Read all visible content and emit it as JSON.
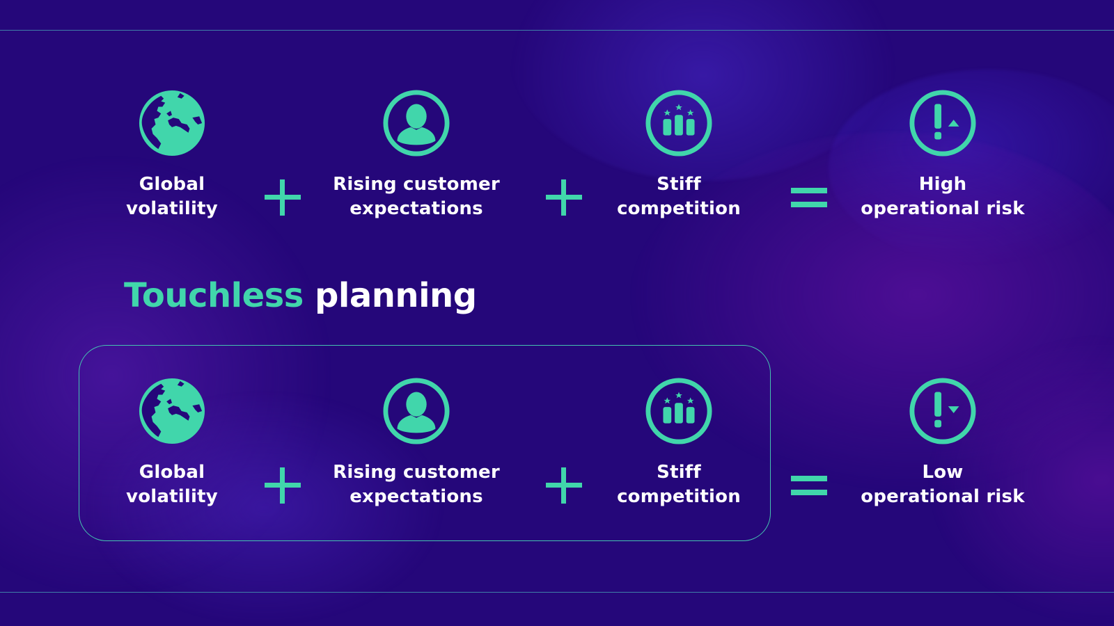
{
  "colors": {
    "background": "#25077a",
    "accent": "#41d6ab",
    "text": "#ffffff",
    "rule": "#3f7fa8"
  },
  "top_equation": {
    "terms": [
      {
        "icon": "globe-icon",
        "line1": "Global",
        "line2": "volatility"
      },
      {
        "icon": "person-icon",
        "line1": "Rising customer",
        "line2": "expectations"
      },
      {
        "icon": "competition-podium-icon",
        "line1": "Stiff",
        "line2": "competition"
      }
    ],
    "operators": [
      "+",
      "+",
      "="
    ],
    "result": {
      "icon": "risk-up-icon",
      "line1": "High",
      "line2": "operational risk"
    }
  },
  "heading": {
    "accent": "Touchless",
    "plain": "planning"
  },
  "bottom_equation": {
    "terms": [
      {
        "icon": "globe-icon",
        "line1": "Global",
        "line2": "volatility"
      },
      {
        "icon": "person-icon",
        "line1": "Rising customer",
        "line2": "expectations"
      },
      {
        "icon": "competition-podium-icon",
        "line1": "Stiff",
        "line2": "competition"
      }
    ],
    "operators": [
      "+",
      "+",
      "="
    ],
    "result": {
      "icon": "risk-down-icon",
      "line1": "Low",
      "line2": "operational risk"
    }
  }
}
